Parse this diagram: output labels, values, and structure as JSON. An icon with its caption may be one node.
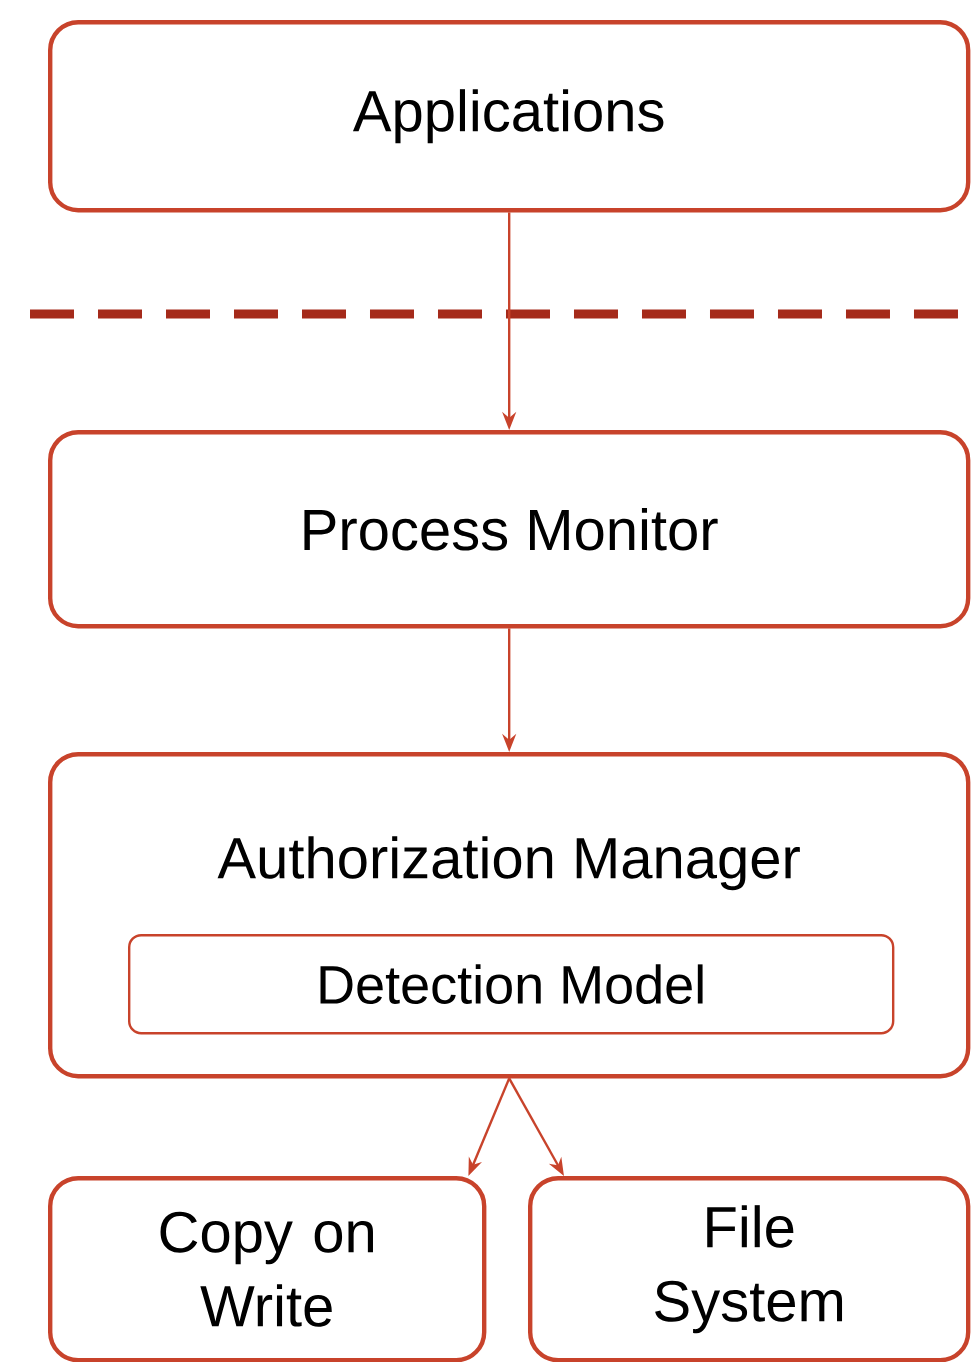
{
  "diagram": {
    "nodes": [
      {
        "text": [
          "Applications"
        ]
      },
      {
        "text": [
          "Process Monitor"
        ]
      },
      {
        "text": [
          "Authorization Manager"
        ]
      },
      {
        "text": [
          "Detection Model"
        ],
        "in": 2
      },
      {
        "text": [
          "Copy on Write"
        ]
      },
      {
        "text": [
          "File System"
        ]
      }
    ],
    "edges": [
      {
        "from": 0,
        "to": 1,
        "arrow": "to"
      },
      {
        "from": 1,
        "to": 2,
        "arrow": "to"
      },
      {
        "from": 2,
        "to": 4,
        "arrow": "to"
      },
      {
        "from": 2,
        "to": 5,
        "arrow": "to"
      }
    ]
  }
}
